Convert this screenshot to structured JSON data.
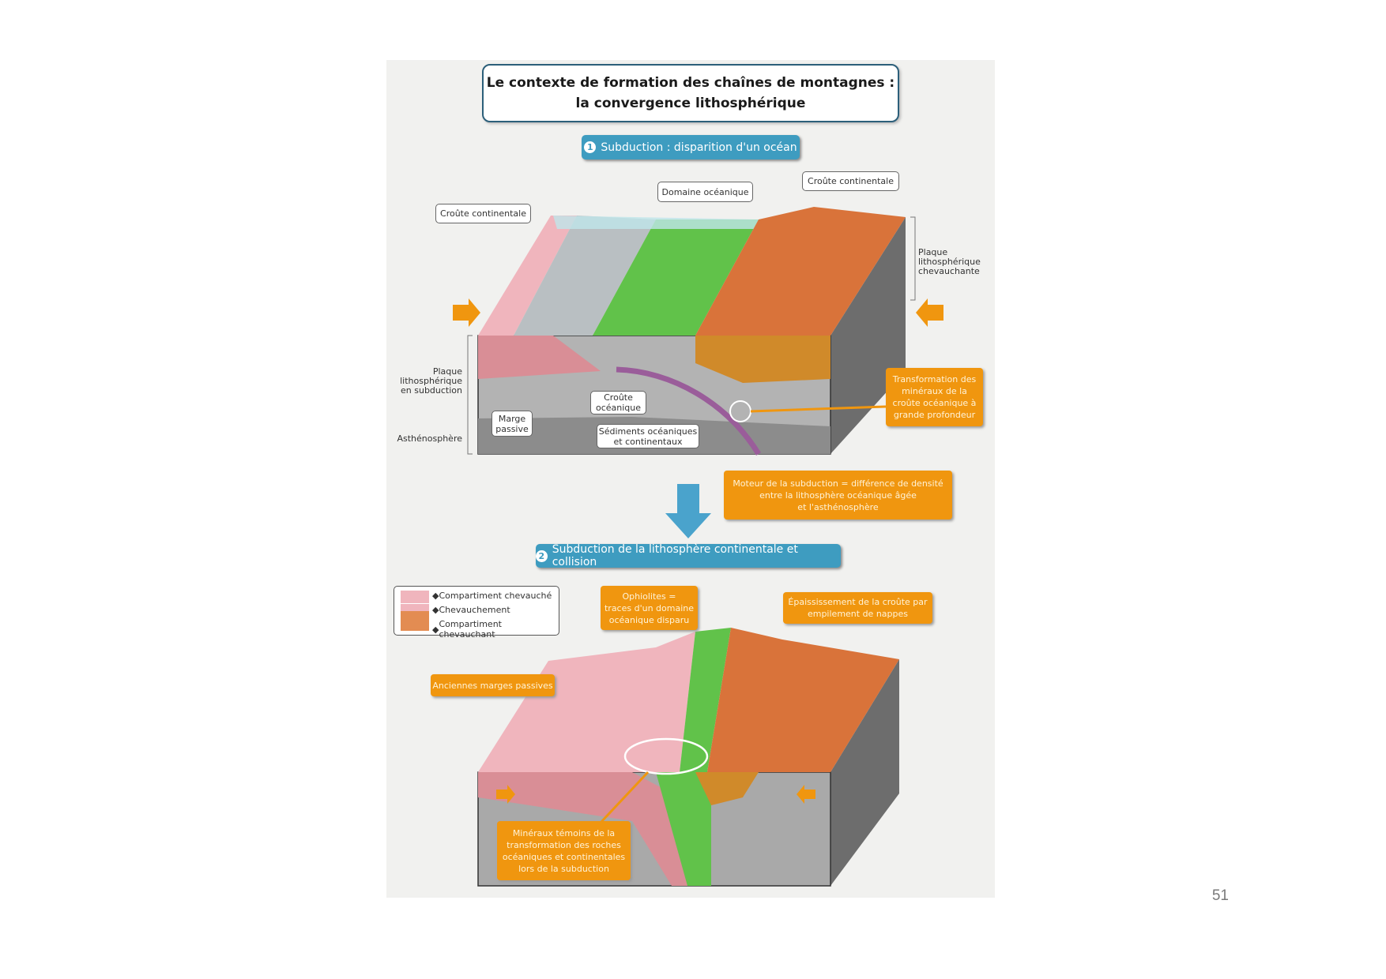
{
  "title": {
    "line1": "Le contexte de formation des chaînes de montagnes :",
    "line2": "la convergence lithosphérique"
  },
  "section1": {
    "number": "1",
    "heading": "Subduction : disparition d'un océan",
    "labels": {
      "croute_continentale_left": "Croûte continentale",
      "domaine_oceanique": "Domaine océanique",
      "croute_continentale_right": "Croûte continentale",
      "plaque_chevauchante": [
        "Plaque",
        "lithosphérique",
        "chevauchante"
      ],
      "plaque_subduction": [
        "Plaque",
        "lithosphérique",
        "en subduction"
      ],
      "asthenosphere": "Asthénosphère",
      "marge_passive": [
        "Marge",
        "passive"
      ],
      "croute_oceanique": [
        "Croûte",
        "océanique"
      ],
      "sediments": [
        "Sédiments océaniques",
        "et continentaux"
      ]
    },
    "callouts": {
      "transformation": [
        "Transformation des",
        "minéraux de la",
        "croûte océanique à",
        "grande profondeur"
      ],
      "moteur": [
        "Moteur de la subduction = différence de densité",
        "entre la lithosphère océanique âgée",
        "et l'asthénosphère"
      ]
    }
  },
  "section2": {
    "number": "2",
    "heading": "Subduction de la lithosphère continentale et collision",
    "legend": [
      "Compartiment chevauché",
      "Chevauchement",
      "Compartiment chevauchant"
    ],
    "callouts": {
      "ophiolites": [
        "Ophiolites =",
        "traces d'un domaine",
        "océanique disparu"
      ],
      "epaississement": [
        "Épaississement de la croûte par",
        "empilement de nappes"
      ],
      "anciennes_marges": "Anciennes marges passives",
      "mineraux": [
        "Minéraux témoins de la",
        "transformation des roches",
        "océaniques et continentales",
        "lors de la subduction"
      ]
    }
  },
  "colors": {
    "orange": "#f0960f",
    "blue": "#3e9cc0",
    "pink": "#e8a9b0",
    "green": "#5dbb3e",
    "rust": "#d9733a",
    "grey": "#a9a9a9"
  },
  "page_number": "51"
}
